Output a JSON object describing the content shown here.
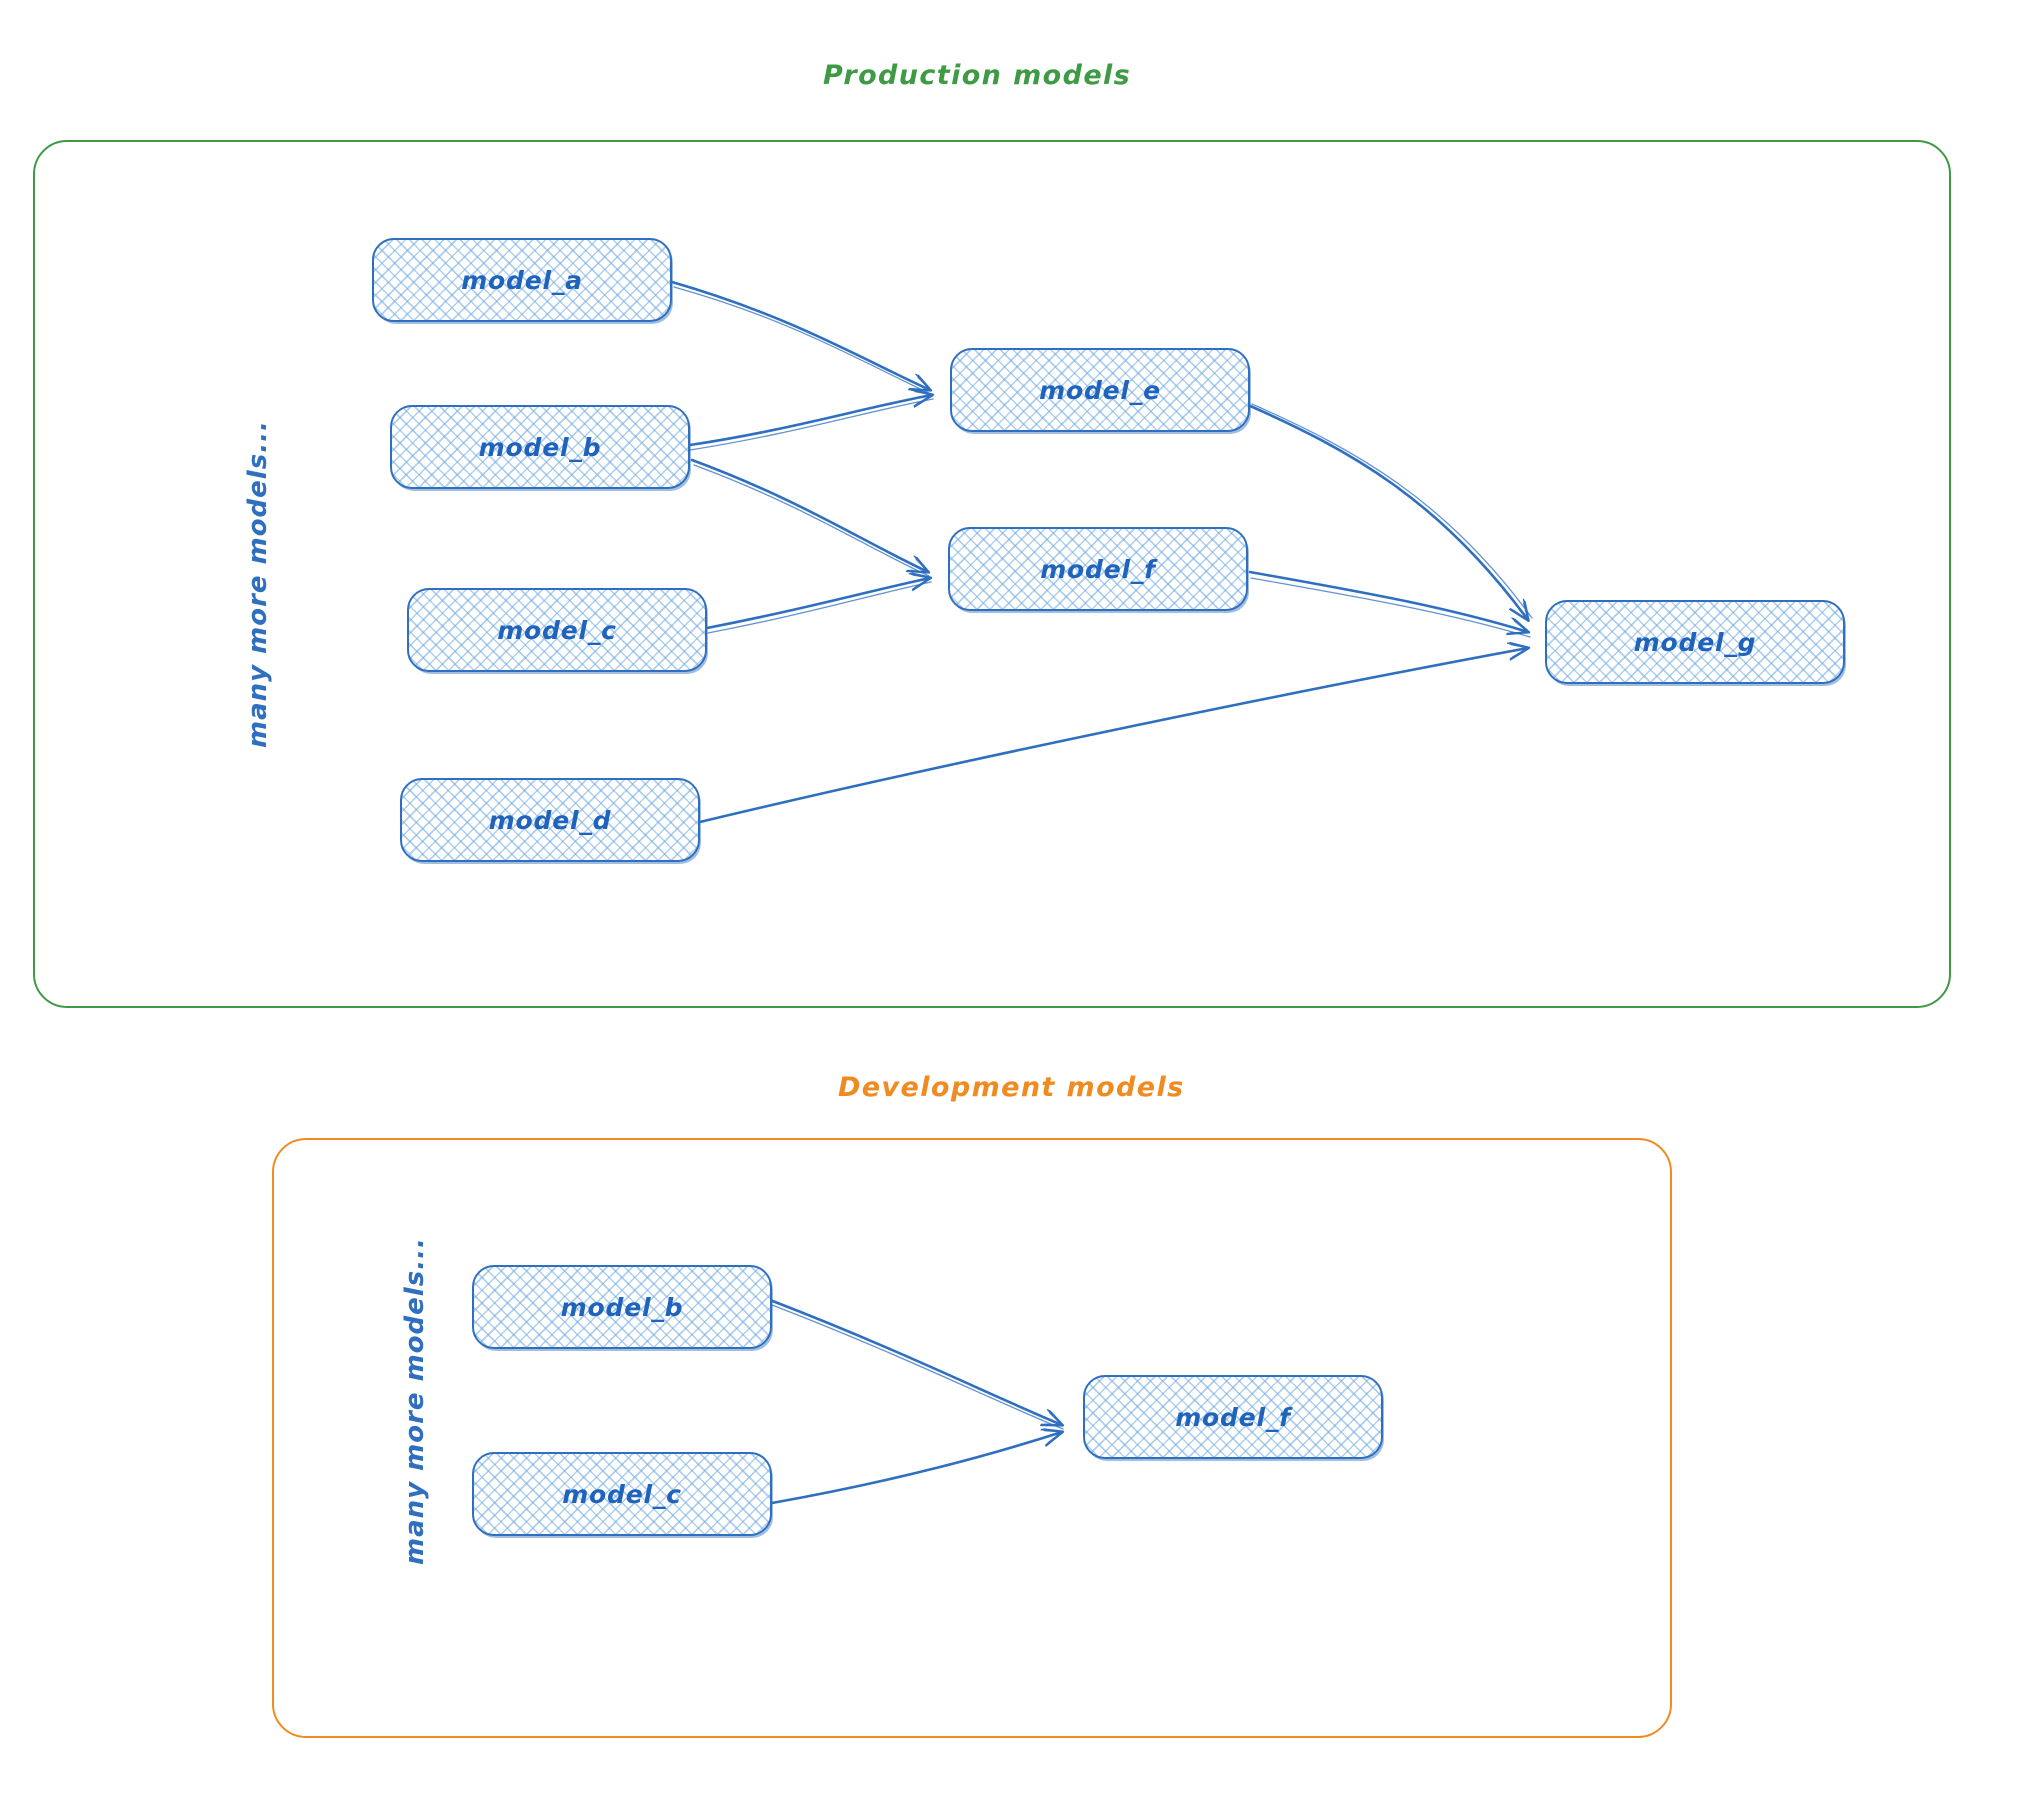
{
  "diagram": {
    "title_icon": "flow-diagram-icon",
    "background": "#ffffff",
    "colors": {
      "production_accent": "#3f9a45",
      "development_accent": "#ef8b20",
      "node_stroke": "#2f6fbf",
      "node_fill": "#bfdcf5",
      "edge": "#2f6fbf",
      "label_text": "#1f63bd"
    }
  },
  "groups": [
    {
      "id": "production",
      "title": "Production models",
      "side_label": "many more models...",
      "nodes": [
        {
          "id": "prod_model_a",
          "label": "model_a"
        },
        {
          "id": "prod_model_b",
          "label": "model_b"
        },
        {
          "id": "prod_model_c",
          "label": "model_c"
        },
        {
          "id": "prod_model_d",
          "label": "model_d"
        },
        {
          "id": "prod_model_e",
          "label": "model_e"
        },
        {
          "id": "prod_model_f",
          "label": "model_f"
        },
        {
          "id": "prod_model_g",
          "label": "model_g"
        }
      ],
      "edges": [
        {
          "from": "model_a",
          "to": "model_e"
        },
        {
          "from": "model_b",
          "to": "model_e"
        },
        {
          "from": "model_b",
          "to": "model_f"
        },
        {
          "from": "model_c",
          "to": "model_f"
        },
        {
          "from": "model_e",
          "to": "model_g"
        },
        {
          "from": "model_f",
          "to": "model_g"
        },
        {
          "from": "model_d",
          "to": "model_g"
        }
      ]
    },
    {
      "id": "development",
      "title": "Development models",
      "side_label": "many more models...",
      "nodes": [
        {
          "id": "dev_model_b",
          "label": "model_b"
        },
        {
          "id": "dev_model_c",
          "label": "model_c"
        },
        {
          "id": "dev_model_f",
          "label": "model_f"
        }
      ],
      "edges": [
        {
          "from": "model_b",
          "to": "model_f"
        },
        {
          "from": "model_c",
          "to": "model_f"
        }
      ]
    }
  ]
}
